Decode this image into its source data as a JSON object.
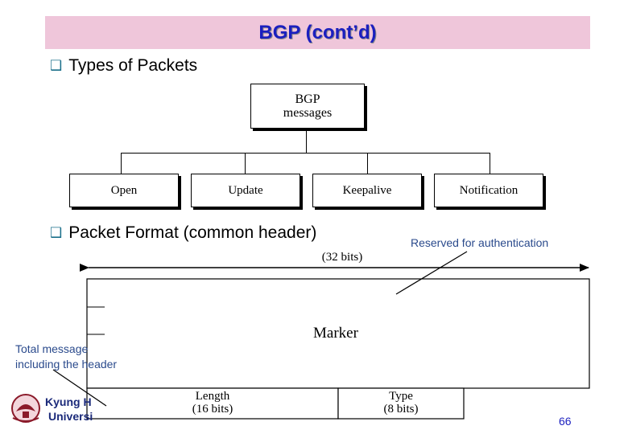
{
  "slide": {
    "title": "BGP (cont’d)",
    "page_number": "66"
  },
  "bullets": [
    {
      "text": "Types of Packets"
    },
    {
      "text": "Packet Format (common header)"
    }
  ],
  "tree": {
    "root": [
      "BGP",
      "messages"
    ],
    "children": [
      "Open",
      "Update",
      "Keepalive",
      "Notification"
    ]
  },
  "format": {
    "width_label": "(32 bits)",
    "marker_label": "Marker",
    "length_label": "Length",
    "length_bits": "(16 bits)",
    "type_label": "Type",
    "type_bits": "(8 bits)"
  },
  "annotations": {
    "reserved": "Reserved for authentication",
    "total_line1": "Total message",
    "total_line2": "including the header"
  },
  "logo": {
    "line1": "Kyung H",
    "line2": "Universi"
  },
  "colors": {
    "title_bar": "#efc6da",
    "title_text": "#1b1fbf",
    "bullet": "#1a6f8a",
    "annotation": "#2a4a8c"
  }
}
